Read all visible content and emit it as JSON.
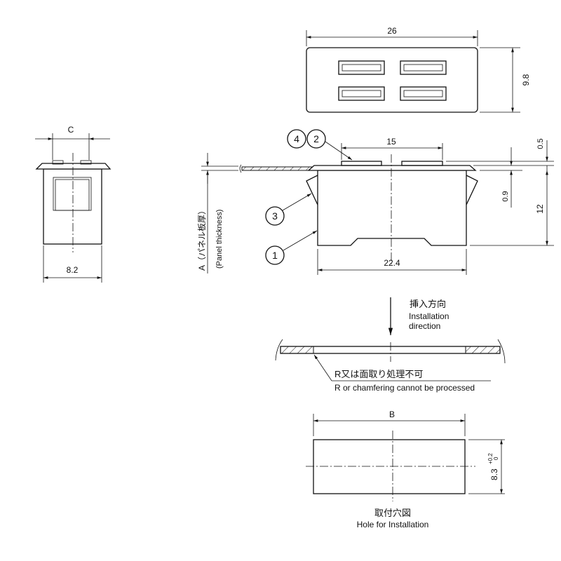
{
  "top_view": {
    "dim_width": "26",
    "dim_height": "9.8"
  },
  "side_view": {
    "dim_c": "C",
    "dim_width": "8.2"
  },
  "front_view": {
    "dim_15": "15",
    "dim_22_4": "22.4",
    "dim_12": "12",
    "dim_0_5": "0.5",
    "dim_0_9": "0.9",
    "panel_label_jp": "A（パネル板厚）",
    "panel_label_en": "(Panel thickness)",
    "callouts": [
      "4",
      "2",
      "3",
      "1"
    ]
  },
  "installation": {
    "direction_jp": "挿入方向",
    "direction_en_1": "Installation",
    "direction_en_2": "direction",
    "note_jp": "R又は面取り処理不可",
    "note_en": "R or chamfering cannot be processed"
  },
  "hole": {
    "dim_b": "B",
    "dim_height": "8.3",
    "tol_upper": "+0.2",
    "tol_lower": "0",
    "title_jp": "取付穴図",
    "title_en": "Hole for Installation"
  }
}
